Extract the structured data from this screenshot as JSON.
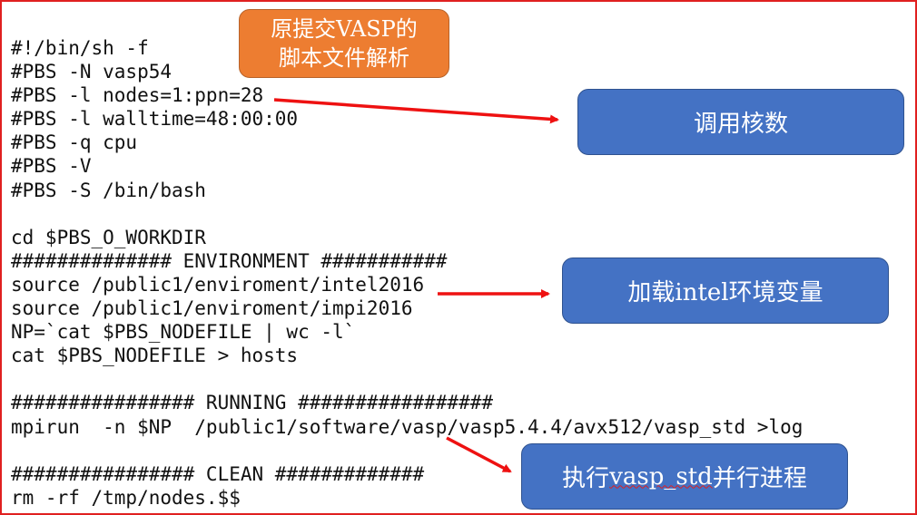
{
  "script_lines": [
    "#!/bin/sh -f",
    "#PBS -N vasp54",
    "#PBS -l nodes=1:ppn=28",
    "#PBS -l walltime=48:00:00",
    "#PBS -q cpu",
    "#PBS -V",
    "#PBS -S /bin/bash",
    "",
    "cd $PBS_O_WORKDIR",
    "############## ENVIRONMENT ###########",
    "source /public1/enviroment/intel2016",
    "source /public1/enviroment/impi2016",
    "NP=`cat $PBS_NODEFILE | wc -l`",
    "cat $PBS_NODEFILE > hosts",
    "",
    "################ RUNNING #################",
    "mpirun  -n $NP  /public1/software/vasp/vasp5.4.4/avx512/vasp_std >log",
    "",
    "################ CLEAN #############",
    "rm -rf /tmp/nodes.$$"
  ],
  "title_box": {
    "line1": "原提交VASP的",
    "line2": "脚本文件解析"
  },
  "callouts": {
    "cores": "调用核数",
    "env": "加载intel环境变量",
    "run_prefix": "执行",
    "run_cmd": "vasp_std",
    "run_suffix": "并行进程"
  },
  "colors": {
    "frame_border": "#e02020",
    "title_box_fill": "#ed7d31",
    "callout_fill": "#4472c4",
    "arrow": "#ee1111",
    "code_text": "#111111"
  }
}
